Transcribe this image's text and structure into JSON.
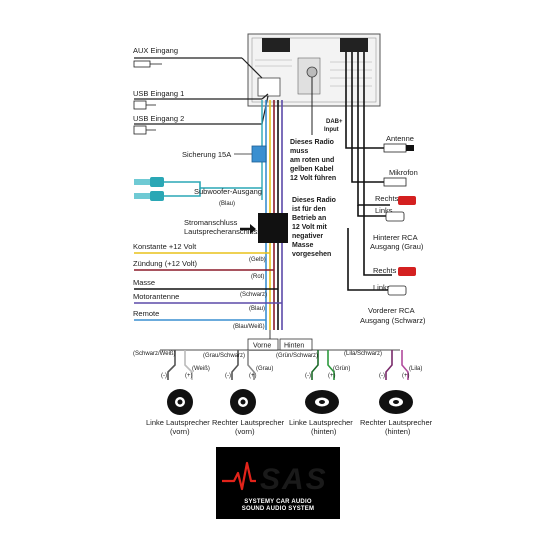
{
  "inputs": {
    "aux": "AUX Eingang",
    "usb1": "USB Eingang 1",
    "usb2": "USB Eingang 2"
  },
  "fuse": "Sicherung 15A",
  "subwoofer": {
    "label": "Subwoofer-Ausgang",
    "color": "(Blau)"
  },
  "power": {
    "line1": "Stromanschluss",
    "line2": "Lautsprecheranschluss"
  },
  "note_red_yellow": [
    "Dieses Radio",
    "muss",
    "am roten und",
    "gelben Kabel",
    "12 Volt führen"
  ],
  "note_ground": [
    "Dieses Radio",
    "ist für den",
    "Betrieb an",
    "12 Volt mit",
    "negativer",
    "Masse",
    "vorgesehen"
  ],
  "wires": [
    {
      "label": "Konstante +12 Volt",
      "color_label": "(Gelb)",
      "color": "#e8c21a"
    },
    {
      "label": "Zündung (+12 Volt)",
      "color_label": "(Rot)",
      "color": "#8b1c2a"
    },
    {
      "label": "Masse",
      "color_label": "(Schwarz)",
      "color": "#111111"
    },
    {
      "label": "Motorantenne",
      "color_label": "(Blau)",
      "color": "#5b4aa8"
    },
    {
      "label": "Remote",
      "color_label": "(Blau/Weiß)",
      "color": "#3a8fd0"
    }
  ],
  "dab": [
    "DAB+",
    "Input"
  ],
  "antenna": "Antenne",
  "mic": "Mikrofon",
  "rear_rca": {
    "right": "Rechts",
    "left": "Links",
    "caption1": "Hinterer RCA",
    "caption2": "Ausgang (Grau)"
  },
  "front_rca": {
    "right": "Rechts",
    "left": "Links",
    "caption1": "Vorderer RCA",
    "caption2": "Ausgang (Schwarz)"
  },
  "groups": {
    "front": "Vorne",
    "rear": "Hinten"
  },
  "speaker_wires": {
    "front_left_minus": "(Schwarz/Weiß)",
    "front_left_plus": "(Weiß)",
    "front_right_minus": "(Grau/Schwarz)",
    "front_right_plus": "(Grau)",
    "rear_left_minus": "(Grün/Schwarz)",
    "rear_left_plus": "(Grün)",
    "rear_right_minus": "(Lila/Schwarz)",
    "rear_right_plus": "(Lila)"
  },
  "polarity": {
    "minus": "(-)",
    "plus": "(+)"
  },
  "speakers": [
    {
      "line1": "Linke Lautsprecher",
      "line2": "(vorn)"
    },
    {
      "line1": "Rechter Lautsprecher",
      "line2": "(vorn)"
    },
    {
      "line1": "Linke Lautsprecher",
      "line2": "(hinten)"
    },
    {
      "line1": "Rechter Lautsprecher",
      "line2": "(hinten)"
    }
  ],
  "logo": {
    "brand": "SAS",
    "line1": "SYSTEMY CAR AUDIO",
    "line2": "SOUND AUDIO SYSTEM",
    "accent": "#e2231a"
  },
  "colors": {
    "green": "#2e9a3e",
    "purple": "#b04a9c",
    "teal": "#2aa7b5",
    "red": "#d42020",
    "grey": "#8a8a8a"
  }
}
